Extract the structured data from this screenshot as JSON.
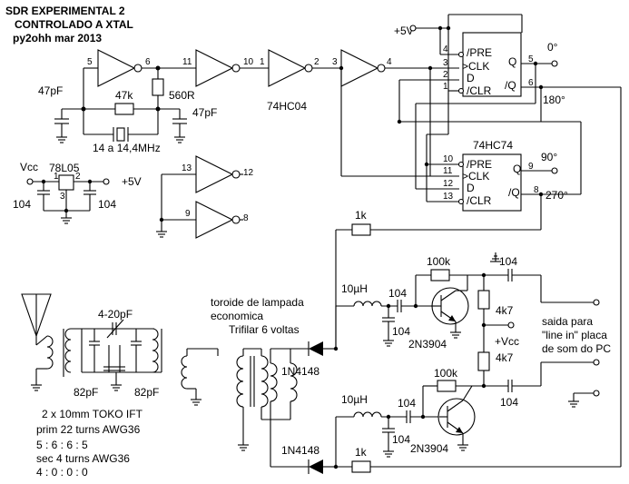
{
  "title": {
    "line1": "SDR EXPERIMENTAL 2",
    "line2": "CONTROLADO A XTAL",
    "line3": "py2ohh mar 2013"
  },
  "supply": {
    "plus5v_top": "+5V",
    "vcc": "Vcc",
    "regulator": "78L05",
    "plus5v_reg": "+5V",
    "reg_pin1": "1",
    "reg_pin2": "2",
    "reg_pin3": "3",
    "cap_in": "104",
    "cap_out": "104"
  },
  "oscillator": {
    "c1": "47pF",
    "r_feedback": "47k",
    "r_series": "560R",
    "c2": "47pF",
    "crystal": "14 a 14,4MHz",
    "inv_chip": "74HC04",
    "pins": {
      "u1_in": "5",
      "u1_out": "6",
      "u2_in": "11",
      "u2_out": "10",
      "u3_in": "1",
      "u3_out": "2",
      "u4_in": "3",
      "u4_out": "4",
      "u5_in": "13",
      "u5_out": "12",
      "u6_in": "9",
      "u6_out": "8"
    }
  },
  "flipflops": {
    "chip": "74HC74",
    "ff1": {
      "pre": "/PRE",
      "clk": ">CLK",
      "d": "D",
      "clr": "/CLR",
      "q": "Q",
      "nq": "/Q",
      "pin_pre": "4",
      "pin_clk": "3",
      "pin_d": "2",
      "pin_clr": "1",
      "pin_q": "5",
      "pin_nq": "6",
      "phase_q": "0°",
      "phase_nq": "180°"
    },
    "ff2": {
      "pre": "/PRE",
      "clk": ">CLK",
      "d": "D",
      "clr": "/CLR",
      "q": "Q",
      "nq": "/Q",
      "pin_pre": "10",
      "pin_clk": "11",
      "pin_d": "12",
      "pin_clr": "13",
      "pin_q": "9",
      "pin_nq": "8",
      "phase_q": "90°",
      "phase_nq": "270°"
    }
  },
  "mixer": {
    "r_top": "1k",
    "r_bottom": "1k",
    "diode_top": "1N4148",
    "diode_bottom": "1N4148",
    "toroid_line1": "toroide de lampada",
    "toroid_line2": "economica",
    "toroid_line3": "Trifilar 6 voltas"
  },
  "amplifier": {
    "inductor_top": "10µH",
    "inductor_bottom": "10µH",
    "c_top_series": "104",
    "c_top_shunt": "104",
    "c_bot_series": "104",
    "c_bot_shunt": "104",
    "r_bias_top": "100k",
    "r_bias_bottom": "100k",
    "transistor_top": "2N3904",
    "transistor_bottom": "2N3904",
    "r_coll_top": "4k7",
    "r_coll_bottom": "4k7",
    "vcc": "+Vcc",
    "c_out_top": "104",
    "c_out_bottom": "104",
    "output_line1": "saida para",
    "output_line2": "\"line in\" placa",
    "output_line3": "de som do PC"
  },
  "filter": {
    "trimmer": "4-20pF",
    "c_left": "82pF",
    "c_right": "82pF",
    "ift": "2 x 10mm TOKO IFT",
    "prim": "prim 22 turns AWG36",
    "prim_ratio": "5 : 6 : 6 : 5",
    "sec": "sec 4 turns AWG36",
    "sec_ratio": "4 : 0 : 0 : 0"
  }
}
